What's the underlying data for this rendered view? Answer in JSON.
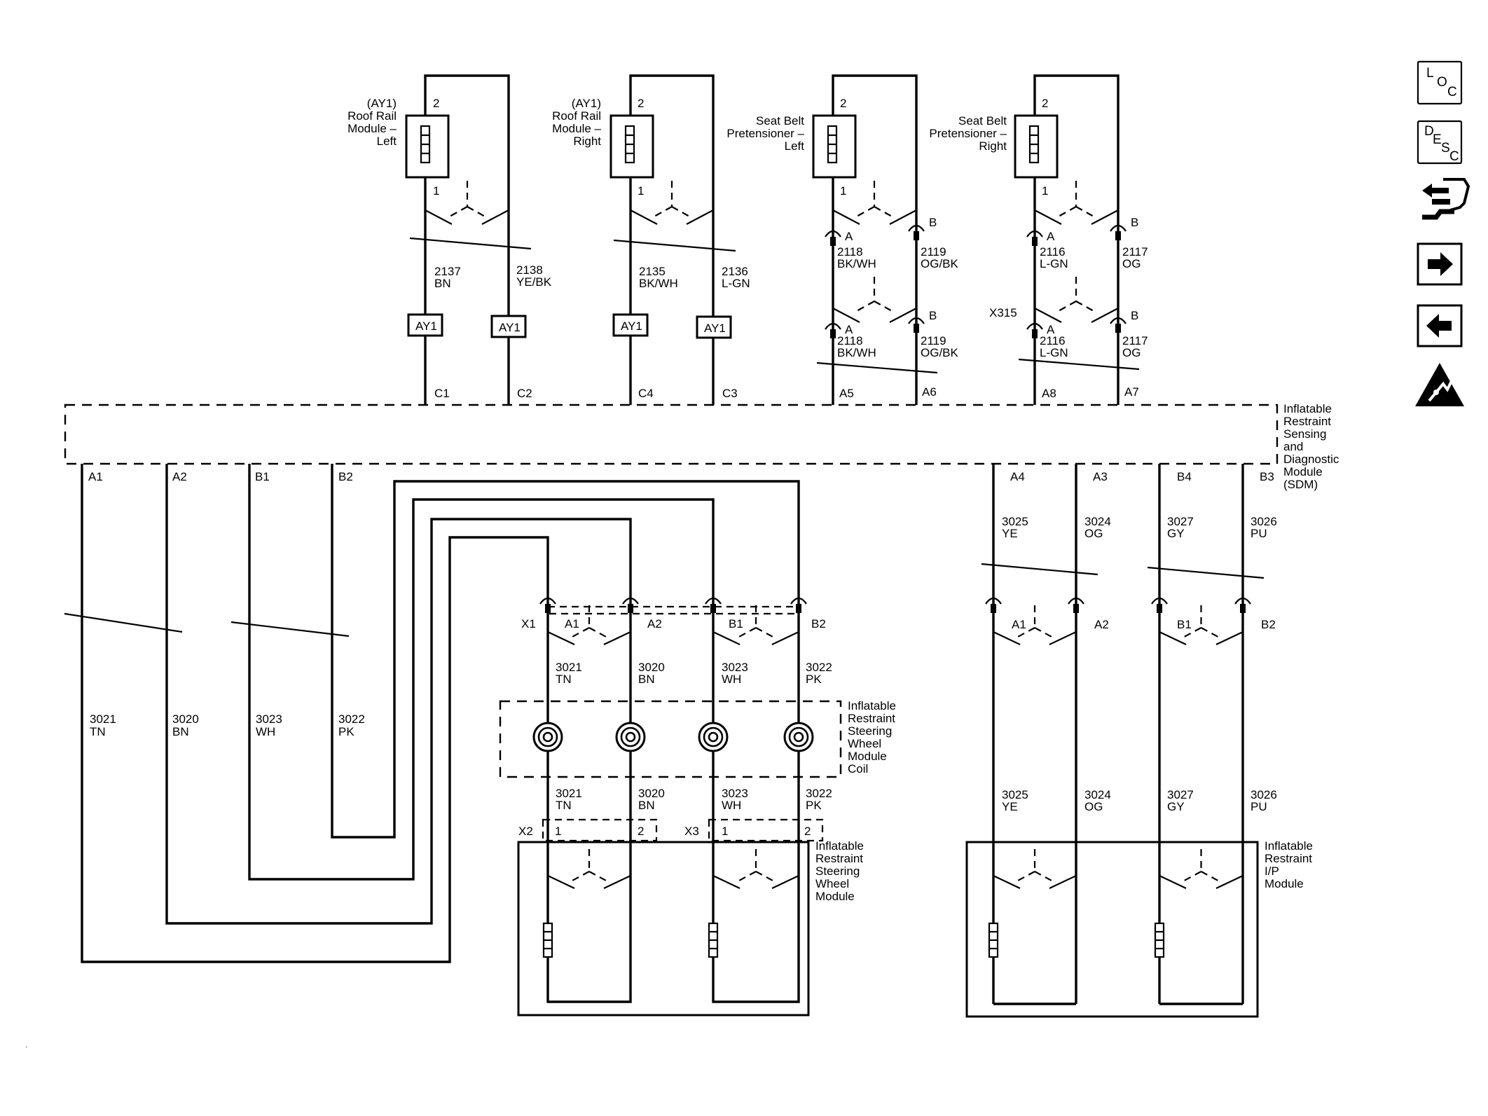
{
  "modules": {
    "roof_rail_left": [
      "(AY1)",
      "Roof Rail",
      "Module –",
      "Left"
    ],
    "roof_rail_right": [
      "(AY1)",
      "Roof Rail",
      "Module –",
      "Right"
    ],
    "pret_left": [
      "Seat Belt",
      "Pretensioner –",
      "Left"
    ],
    "pret_right": [
      "Seat Belt",
      "Pretensioner –",
      "Right"
    ],
    "sdm": [
      "Inflatable",
      "Restraint",
      "Sensing",
      "and",
      "Diagnostic",
      "Module",
      "(SDM)"
    ],
    "coil": [
      "Inflatable",
      "Restraint",
      "Steering",
      "Wheel",
      "Module",
      "Coil"
    ],
    "steering_module": [
      "Inflatable",
      "Restraint",
      "Steering",
      "Wheel",
      "Module"
    ],
    "ip_module": [
      "Inflatable",
      "Restraint",
      "I/P",
      "Module"
    ]
  },
  "connectors": {
    "ay1": "AY1",
    "x315": "X315",
    "x1": "X1",
    "x2": "X2",
    "x3": "X3",
    "pin1": "1",
    "pin2": "2",
    "pinA": "A",
    "pinB": "B",
    "A1": "A1",
    "A2": "A2",
    "B1": "B1",
    "B2": "B2"
  },
  "sdm_pins": {
    "c1": "C1",
    "c2": "C2",
    "c4": "C4",
    "c3": "C3",
    "a5": "A5",
    "a6": "A6",
    "a8": "A8",
    "a7": "A7",
    "a1": "A1",
    "a2": "A2",
    "b1": "B1",
    "b2": "B2",
    "a4": "A4",
    "a3": "A3",
    "b4": "B4",
    "b3": "B3"
  },
  "wires": {
    "w2137": [
      "2137",
      "BN"
    ],
    "w2138": [
      "2138",
      "YE/BK"
    ],
    "w2135": [
      "2135",
      "BK/WH"
    ],
    "w2136": [
      "2136",
      "L-GN"
    ],
    "w2118": [
      "2118",
      "BK/WH"
    ],
    "w2119": [
      "2119",
      "OG/BK"
    ],
    "w2116": [
      "2116",
      "L-GN"
    ],
    "w2117": [
      "2117",
      "OG"
    ],
    "w3021": [
      "3021",
      "TN"
    ],
    "w3020": [
      "3020",
      "BN"
    ],
    "w3023": [
      "3023",
      "WH"
    ],
    "w3022": [
      "3022",
      "PK"
    ],
    "w3025": [
      "3025",
      "YE"
    ],
    "w3024": [
      "3024",
      "OG"
    ],
    "w3027": [
      "3027",
      "GY"
    ],
    "w3026": [
      "3026",
      "PU"
    ]
  },
  "sidebar": {
    "loc": [
      "L",
      "O",
      "C"
    ],
    "desc": [
      "D",
      "E",
      "S",
      "C"
    ],
    "icons": [
      "connector-tool-icon",
      "arrow-right-icon",
      "arrow-left-icon",
      "esd-warning-icon"
    ]
  }
}
